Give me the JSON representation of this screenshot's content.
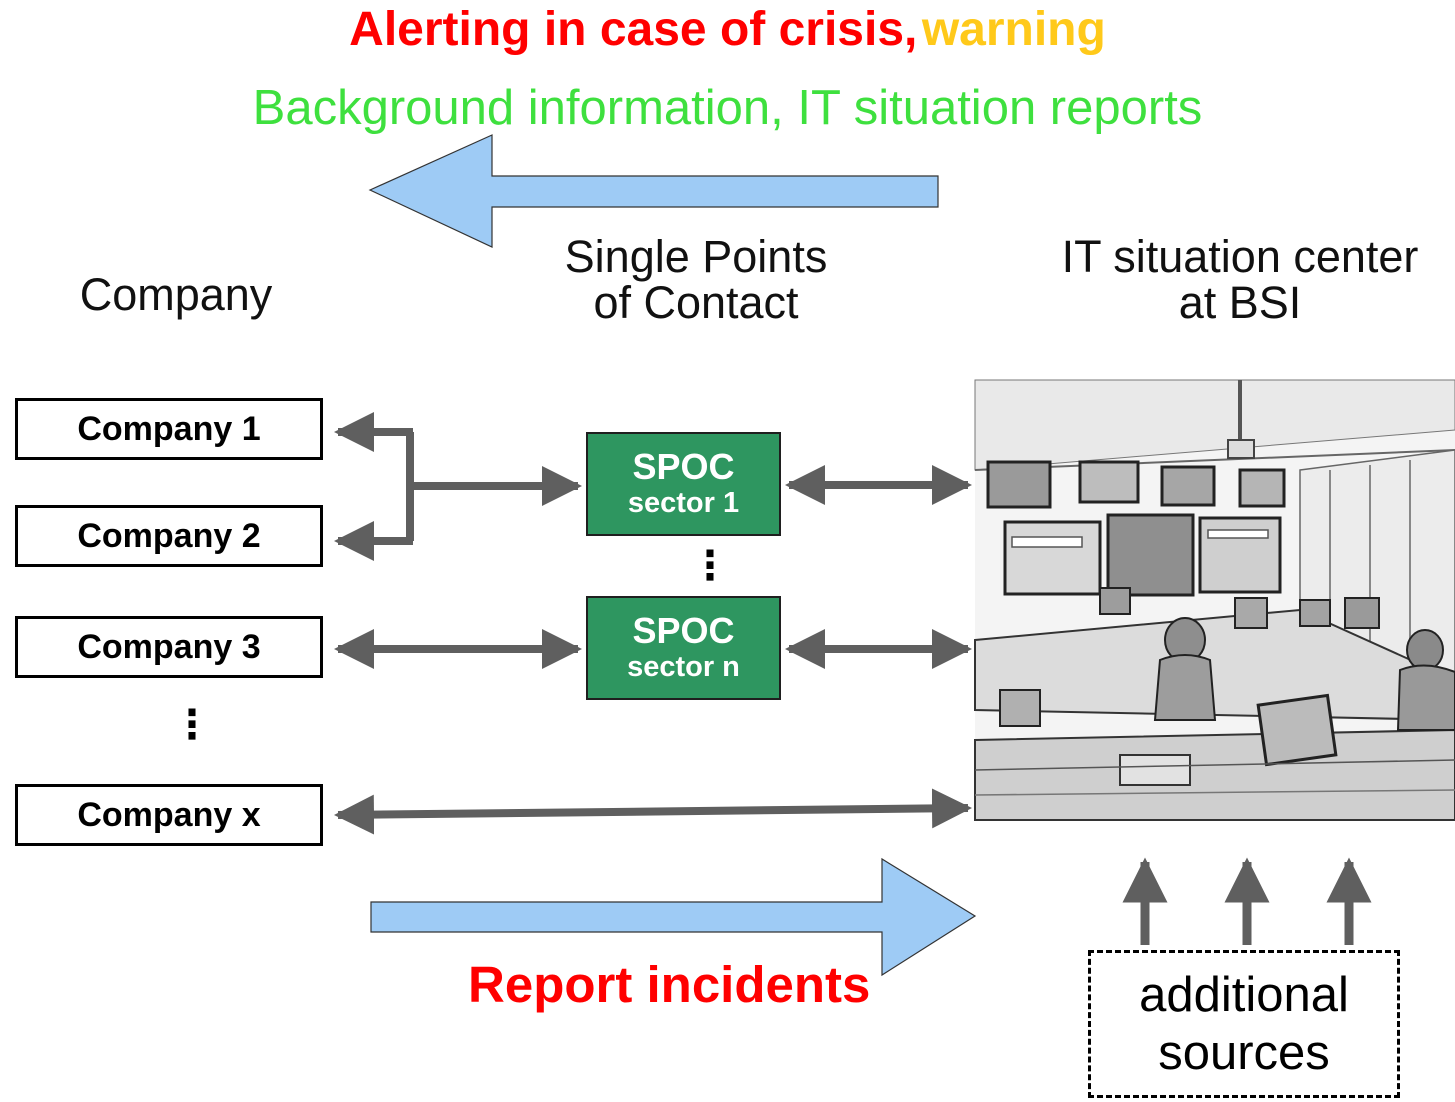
{
  "header": {
    "title_alert": "Alerting in case of crisis,",
    "title_warning": "warning",
    "subtitle": "Background information, IT situation reports"
  },
  "columns": {
    "company": "Company",
    "spoc_line1": "Single Points",
    "spoc_line2": "of Contact",
    "center_line1": "IT situation center",
    "center_line2": "at BSI"
  },
  "companies": [
    "Company 1",
    "Company 2",
    "Company 3",
    "Company x"
  ],
  "company_ellipsis": "⋮",
  "spocs": [
    {
      "line1": "SPOC",
      "line2": "sector 1"
    },
    {
      "line1": "SPOC",
      "line2": "sector n"
    }
  ],
  "spoc_ellipsis": "⋮",
  "photo": {
    "icon": "situation-center-photo"
  },
  "report_label": "Report incidents",
  "sources": {
    "line1": "additional",
    "line2": "sources"
  },
  "colors": {
    "alert_red": "#ff0000",
    "warning_yellow": "#ffc91a",
    "info_green": "#3ee03e",
    "spoc_green": "#2e9660",
    "flow_arrow_blue": "#9ecbf5",
    "connector_gray": "#5f5f5f"
  }
}
